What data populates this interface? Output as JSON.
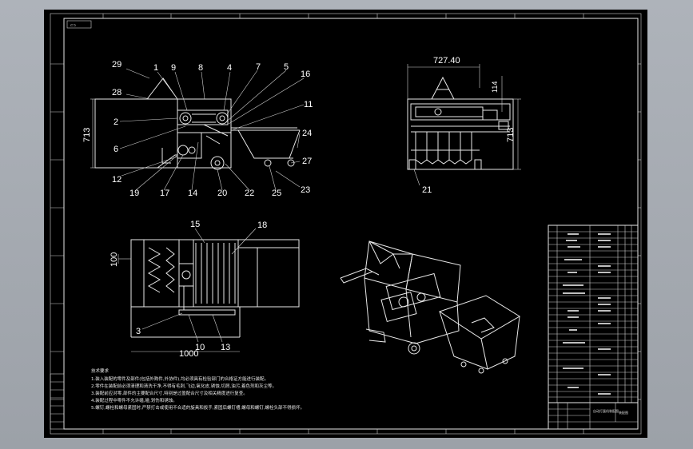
{
  "drawing": {
    "sheet_tab": "⊏⊐",
    "front_view_balloons": [
      "29",
      "1",
      "9",
      "8",
      "4",
      "7",
      "5",
      "16",
      "28",
      "2",
      "11",
      "6",
      "24",
      "12",
      "27",
      "19",
      "17",
      "14",
      "20",
      "22",
      "25",
      "23"
    ],
    "front_view_dimension": "713",
    "side_view_width": "727.40",
    "side_view_height": "713",
    "side_view_small_dim": "114",
    "side_view_balloon": "21",
    "top_view_balloons": [
      "15",
      "18",
      "100",
      "3",
      "10",
      "13"
    ],
    "top_view_width": "1000",
    "notes": {
      "title": "技术要求",
      "lines": [
        "1.装入装配的零件及部件(包括外购件,外协件),均必须具有检验部门的合格证方能进行装配。",
        "2.零件在装配前必须清理和清洗干净,不得有毛刺,飞边,氧化皮,锈蚀,切屑,油污,着色剂和灰尘等。",
        "3.装配前应对零,部件的主要配合尺寸,特别是过盈配合尺寸及相关精度进行复查。",
        "4.装配过程中零件不允许磕,碰,划伤和锈蚀。",
        "5.螺钉,螺栓和螺母紧固时,严禁打击或使用不合适的旋具和扳手,紧固后螺钉槽,螺母和螺钉,螺栓头部不得损坏。"
      ]
    },
    "title_block": {
      "text_1": "自动打蛋机装配图",
      "text_2": "装配图"
    }
  }
}
